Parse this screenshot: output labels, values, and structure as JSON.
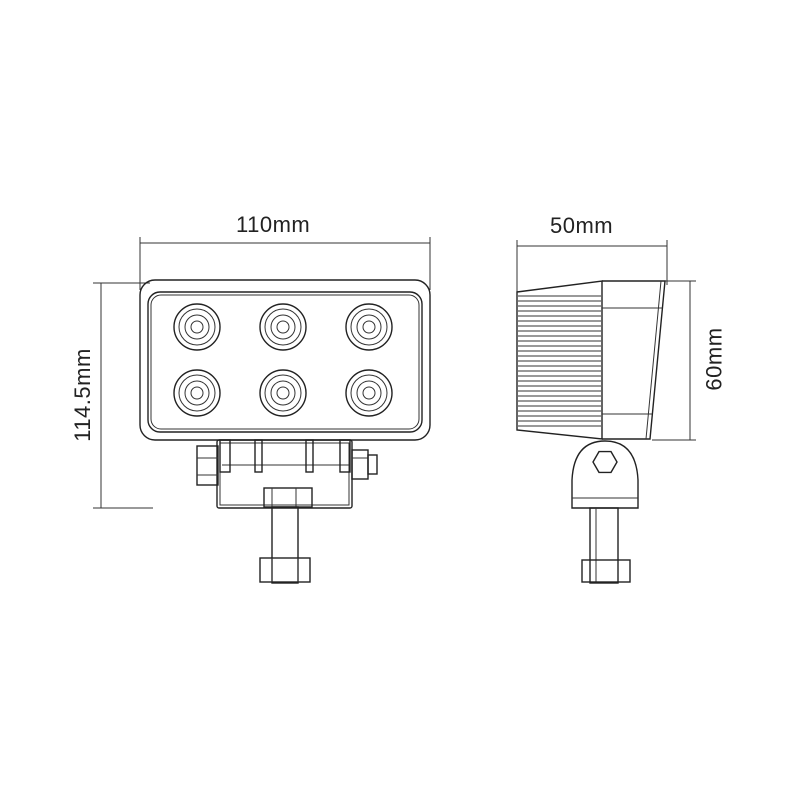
{
  "diagram": {
    "front_view": {
      "width_label": "110mm",
      "height_label": "114.5mm",
      "led_count": 6
    },
    "side_view": {
      "depth_label": "50mm",
      "height_label": "60mm"
    },
    "line_color": "#222222",
    "background": "#ffffff"
  }
}
